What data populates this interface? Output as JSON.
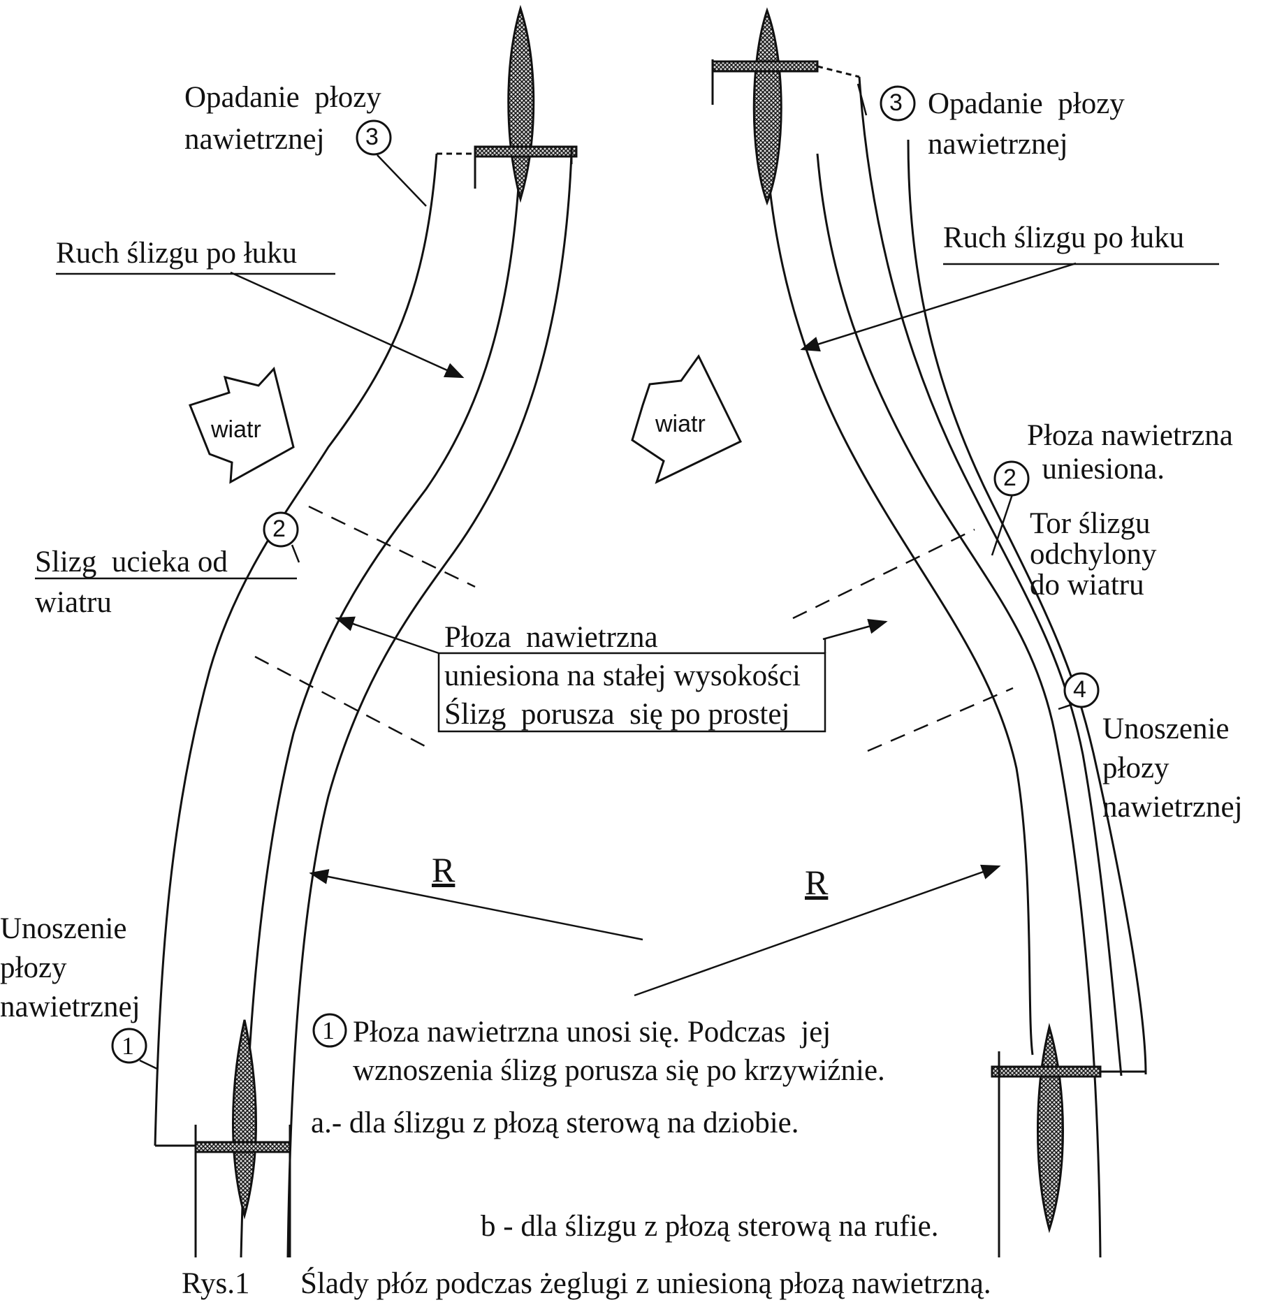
{
  "left": {
    "callout_3": "Opadanie  płozy\nnawietrznej",
    "callout_ruch": "Ruch  ślizgu po łuku",
    "callout_2": "Slizg  ucieka od\nwiatru",
    "callout_1": "Unoszenie\npłozy\nnawietrznej",
    "wind": "wiatr",
    "radius": "R"
  },
  "right": {
    "callout_3": "Opadanie  płozy\nnawietrznej",
    "callout_ruch": "Ruch  ślizgu po łuku",
    "callout_2a": "Płoza nawietrzna\n  uniesiona.",
    "callout_2b": "Tor ślizgu\nodchylony\ndo wiatru",
    "callout_4": "Unoszenie\npłozy\nnawietrznej",
    "wind": "wiatr",
    "radius": "R"
  },
  "markers": {
    "m1": "1",
    "m2": "2",
    "m3": "3",
    "m4": "4"
  },
  "center_box": "Płoza  nawietrzna\nuniesiona na stałej wysokości\nŚlizg  porusza  się po prostej",
  "note_1": "Płoza nawietrzna unosi się. Podczas  jej\nwznoszenia ślizg porusza się po krzywiźnie.",
  "note_a": "a.- dla ślizgu z płozą sterową na dziobie.",
  "note_b": "b - dla  ślizgu z płozą sterową na rufie.",
  "figure_label": "Rys.1",
  "caption": "Ślady  płóz  podczas  żeglugi  z  uniesioną płozą  nawietrzną."
}
